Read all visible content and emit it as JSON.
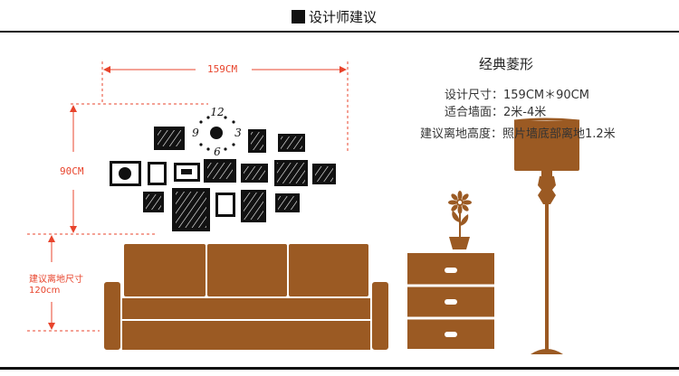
{
  "header": {
    "title": "设计师建议"
  },
  "info": {
    "product_title": "经典菱形",
    "size_line": "设计尺寸：159CM＊90CM",
    "wall_line": "适合墙面：2米-4米",
    "height_line": "建议离地高度：照片墙底部离地1.2米"
  },
  "dimensions": {
    "width_label": "159CM",
    "height_label": "90CM",
    "floor_label_line1": "建议离地尺寸",
    "floor_label_line2": "120cm"
  },
  "clock": {
    "numerals": [
      "12",
      "3",
      "6",
      "9"
    ]
  },
  "colors": {
    "furniture": "#9b5a23",
    "furniture_edge": "#ffffff",
    "accent": "#e8442c",
    "frame": "#111111"
  }
}
